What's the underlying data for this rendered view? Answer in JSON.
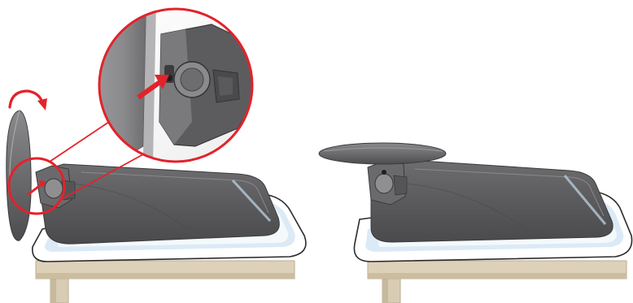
{
  "figure": {
    "panels": [
      {
        "id": "left",
        "callouts": [
          "red-arrow",
          "red-curved-arrow",
          "magnifier-circle"
        ]
      },
      {
        "id": "right",
        "callouts": []
      }
    ]
  },
  "colors": {
    "accent_red": "#e3222a",
    "table_top": "#ffffff",
    "table_outline": "#2b2b2b",
    "table_edge_blue": "#cfe3f3",
    "leg_beige": "#d8ccb4",
    "monitor_dark": "#5f5f61",
    "monitor_mid": "#7c7c7e",
    "monitor_light": "#9a9a9c"
  }
}
